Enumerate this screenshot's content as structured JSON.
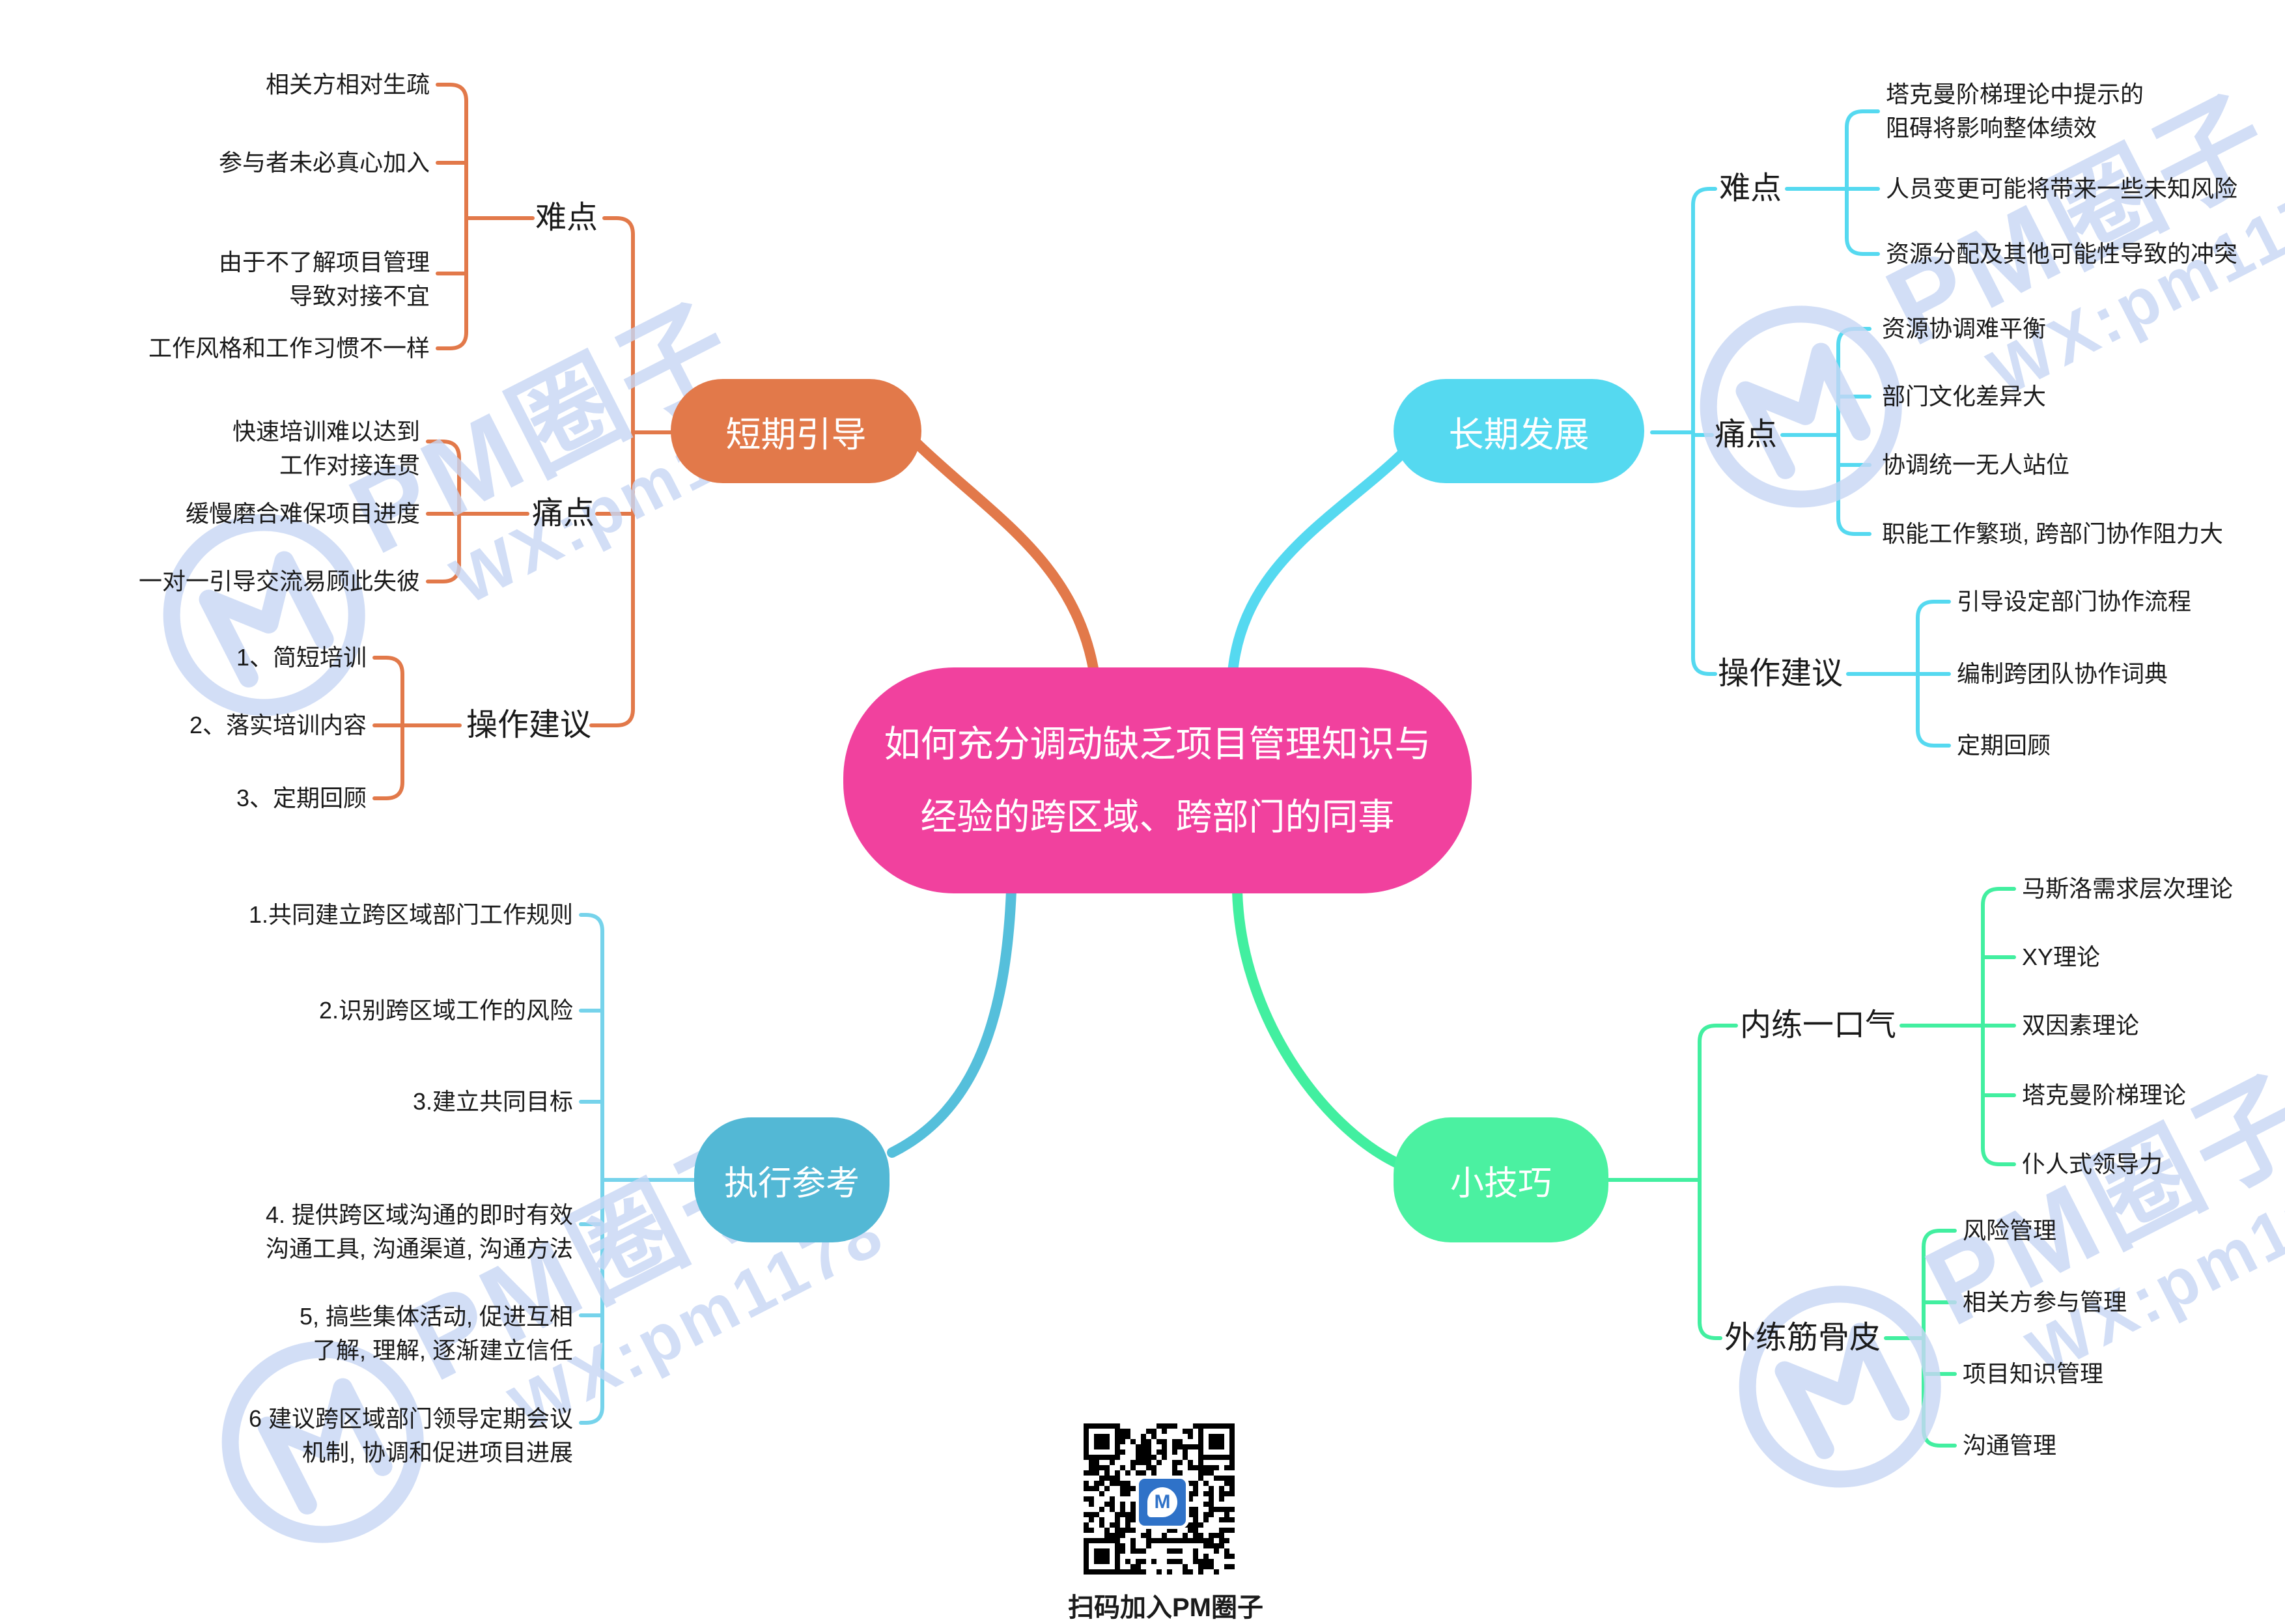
{
  "central": {
    "label": "如何充分调动缺乏项目管理知识与\n经验的跨区域、跨部门的同事"
  },
  "branches": {
    "short_term": {
      "label": "短期引导",
      "children": [
        {
          "label": "难点",
          "items": [
            "相关方相对生疏",
            "参与者未必真心加入",
            "由于不了解项目管理\n导致对接不宜",
            "工作风格和工作习惯不一样"
          ]
        },
        {
          "label": "痛点",
          "items": [
            "快速培训难以达到\n工作对接连贯",
            "缓慢磨合难保项目进度",
            "一对一引导交流易顾此失彼"
          ]
        },
        {
          "label": "操作建议",
          "items": [
            "1、简短培训",
            "2、落实培训内容",
            "3、定期回顾"
          ]
        }
      ]
    },
    "long_term": {
      "label": "长期发展",
      "children": [
        {
          "label": "难点",
          "items": [
            "塔克曼阶梯理论中提示的\n阻碍将影响整体绩效",
            "人员变更可能将带来一些未知风险",
            "资源分配及其他可能性导致的冲突"
          ]
        },
        {
          "label": "痛点",
          "items": [
            "资源协调难平衡",
            "部门文化差异大",
            "协调统一无人站位",
            "职能工作繁琐, 跨部门协作阻力大"
          ]
        },
        {
          "label": "操作建议",
          "items": [
            "引导设定部门协作流程",
            "编制跨团队协作词典",
            "定期回顾"
          ]
        }
      ]
    },
    "execution": {
      "label": "执行参考",
      "items": [
        "1.共同建立跨区域部门工作规则",
        "2.识别跨区域工作的风险",
        "3.建立共同目标",
        "4. 提供跨区域沟通的即时有效\n沟通工具, 沟通渠道, 沟通方法",
        "5, 搞些集体活动, 促进互相\n了解, 理解, 逐渐建立信任",
        "6 建议跨区域部门领导定期会议\n机制, 协调和促进项目进展"
      ]
    },
    "tips": {
      "label": "小技巧",
      "children": [
        {
          "label": "内练一口气",
          "items": [
            "马斯洛需求层次理论",
            "XY理论",
            "双因素理论",
            "塔克曼阶梯理论",
            "仆人式领导力"
          ]
        },
        {
          "label": "外练筋骨皮",
          "items": [
            "风险管理",
            "相关方参与管理",
            "项目知识管理",
            "沟通管理"
          ]
        }
      ]
    }
  },
  "watermark": {
    "brand": "PM圈子",
    "wx": "WX:pm1178"
  },
  "qr": {
    "caption": "扫码加入PM圈子",
    "logo_letter": "M"
  },
  "colors": {
    "central": "#F1419E",
    "short_term": "#E2794A",
    "long_term": "#55D9F0",
    "execution_node": "#53B8D5",
    "execution_line": "#76D3EB",
    "tips": "#4BF1A1",
    "tips_line": "#42EFA0",
    "text": "#1a1a1a",
    "watermark": "#c7d7f5"
  }
}
